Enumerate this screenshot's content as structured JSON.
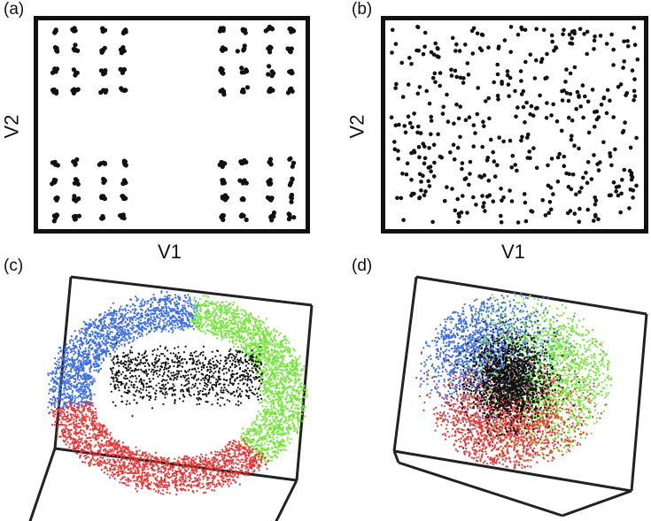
{
  "panels": {
    "a": {
      "label": "(a)"
    },
    "b": {
      "label": "(b)"
    },
    "c": {
      "label": "(c)"
    },
    "d": {
      "label": "(d)"
    }
  },
  "colors": {
    "points": "#111111",
    "blue": "#3d6ee8",
    "green": "#6ee832",
    "red": "#ee3333",
    "black": "#111111",
    "frame": "#222222"
  },
  "chart_data": [
    {
      "panel": "a",
      "type": "scatter",
      "xlabel": "V1",
      "ylabel": "V2",
      "description_of_structure": "4x4 grid of clusters, each cluster split into 4 tiny sub-clusters",
      "cluster_centers_x": [
        0.1,
        0.28,
        0.73,
        0.91
      ],
      "cluster_centers_y": [
        0.09,
        0.29,
        0.73,
        0.9
      ],
      "subcluster_offset": 0.035,
      "points_per_subcluster": 5
    },
    {
      "panel": "b",
      "type": "scatter",
      "xlabel": "V1",
      "ylabel": "V2",
      "n_points": 420,
      "distribution": "uniform"
    },
    {
      "panel": "c",
      "type": "scatter",
      "series": [
        {
          "color": "blue"
        },
        {
          "color": "green"
        },
        {
          "color": "red"
        },
        {
          "color": "black"
        }
      ],
      "shape": "3d torus-like ring"
    },
    {
      "panel": "d",
      "type": "scatter",
      "series": [
        {
          "color": "blue"
        },
        {
          "color": "green"
        },
        {
          "color": "red"
        },
        {
          "color": "black"
        }
      ],
      "shape": "3d ball"
    }
  ]
}
